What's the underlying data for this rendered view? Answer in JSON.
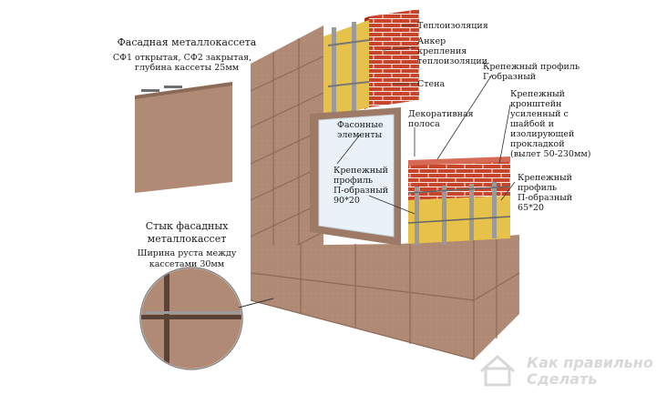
{
  "cassette_panel": {
    "title": "Фасадная  металлокассета",
    "caption_line1": "СФ1 открытая, СФ2 закрытая,",
    "caption_line2": "глубина кассеты 25мм"
  },
  "joint_panel": {
    "title_line1": "Стык фасадных",
    "title_line2": "металлокассет",
    "caption_line1": "Ширина руста между",
    "caption_line2": "кассетами 30мм"
  },
  "callouts": {
    "insulation": "Теплоизоляция",
    "anchor_line1": "Анкер",
    "anchor_line2": "крепления",
    "anchor_line3": "теплоизоляции",
    "wall": "Стена",
    "shaped_elements_line1": "Фасонные",
    "shaped_elements_line2": "элементы",
    "decor_strip_line1": "Декоративная",
    "decor_strip_line2": "полоса",
    "l_profile_line1": "Крепежный профиль",
    "l_profile_line2": "Г-образный",
    "bracket_line1": "Крепежный",
    "bracket_line2": "кронштейн",
    "bracket_line3": "усиленный с",
    "bracket_line4": "шайбой и",
    "bracket_line5": "изолирующей",
    "bracket_line6": "прокладкой",
    "bracket_line7": "(вылет 50-230мм)",
    "p_profile_9020_line1": "Крепежный",
    "p_profile_9020_line2": "профиль",
    "p_profile_9020_line3": "П-образный",
    "p_profile_9020_line4": "90*20",
    "p_profile_6520_line1": "Крепежный",
    "p_profile_6520_line2": "профиль",
    "p_profile_6520_line3": "П-образный",
    "p_profile_6520_line4": "65*20"
  },
  "watermark": {
    "line1": "Как правильно",
    "line2": "Сделать"
  },
  "colors": {
    "cassette": "#b08a74",
    "cassette_dark": "#8c6a58",
    "brick": "#c8452c",
    "insulation": "#e6c24a",
    "profile": "#9a9a9a",
    "window_glass": "#e8f2f8"
  }
}
